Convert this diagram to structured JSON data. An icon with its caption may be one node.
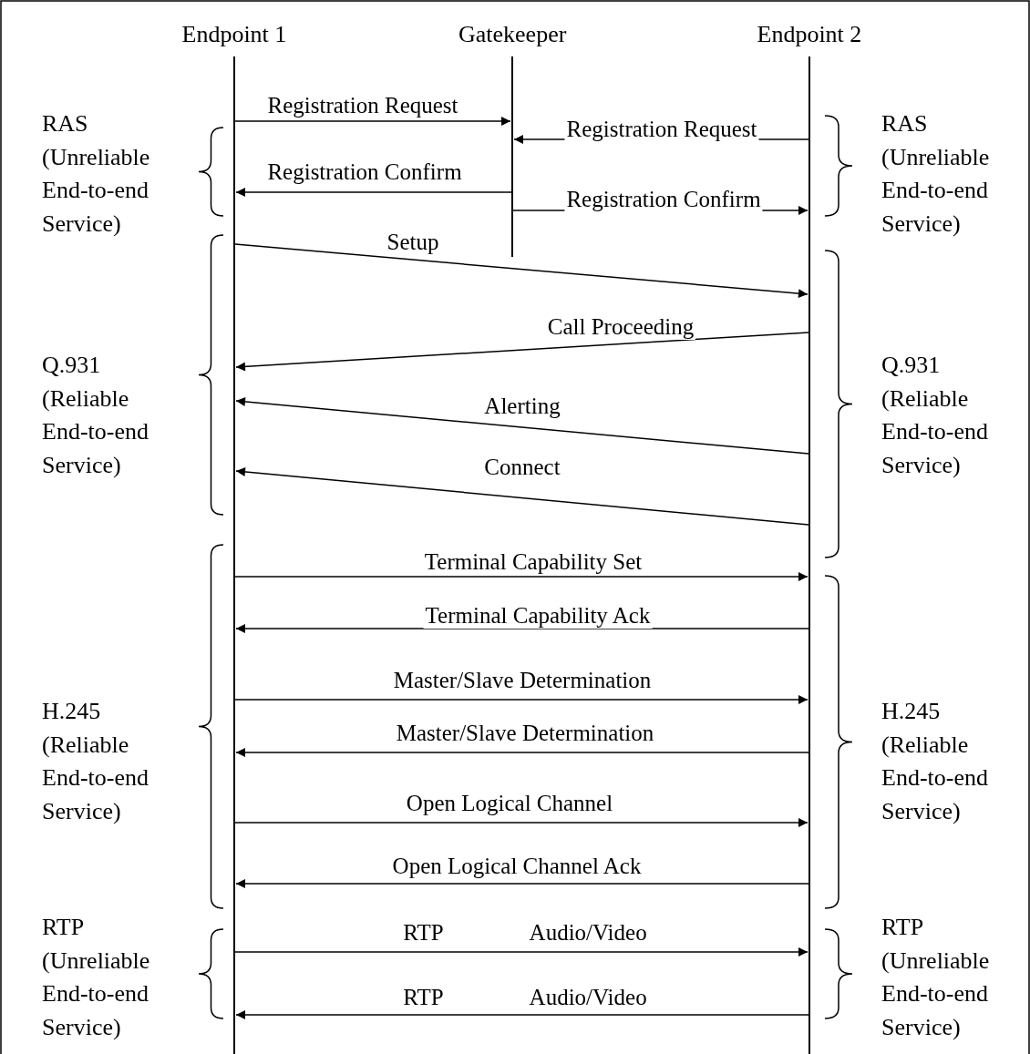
{
  "diagram": {
    "nodes": [
      {
        "text": [
          "Endpoint 1"
        ]
      },
      {
        "text": [
          "Gatekeeper"
        ]
      },
      {
        "text": [
          "Endpoint 2"
        ]
      }
    ],
    "edges": [
      {
        "from": 0,
        "to": 1,
        "arrow": "to",
        "label": "Registration Request"
      },
      {
        "from": 2,
        "to": 1,
        "arrow": "to",
        "label": "Registration Request"
      },
      {
        "from": 1,
        "to": 0,
        "arrow": "to",
        "label": "Registration Confirm"
      },
      {
        "from": 1,
        "to": 2,
        "arrow": "to",
        "label": "Registration Confirm"
      },
      {
        "from": 0,
        "to": 2,
        "arrow": "to",
        "label": "Setup"
      },
      {
        "from": 2,
        "to": 0,
        "arrow": "to",
        "label": "Call Proceeding"
      },
      {
        "from": 2,
        "to": 0,
        "arrow": "to",
        "label": "Alerting"
      },
      {
        "from": 2,
        "to": 0,
        "arrow": "to",
        "label": "Connect"
      },
      {
        "from": 0,
        "to": 2,
        "arrow": "to",
        "label": "Terminal Capability Set"
      },
      {
        "from": 2,
        "to": 0,
        "arrow": "to",
        "label": "Terminal Capability Ack"
      },
      {
        "from": 0,
        "to": 2,
        "arrow": "to",
        "label": "Master/Slave Determination"
      },
      {
        "from": 2,
        "to": 0,
        "arrow": "to",
        "label": "Master/Slave Determination"
      },
      {
        "from": 0,
        "to": 2,
        "arrow": "to",
        "label": "Open Logical Channel"
      },
      {
        "from": 2,
        "to": 0,
        "arrow": "to",
        "label": "Open Logical Channel Ack"
      },
      {
        "from": 0,
        "to": 2,
        "arrow": "to",
        "label": "RTP Audio/Video"
      },
      {
        "from": 2,
        "to": 0,
        "arrow": "to",
        "label": "RTP Audio/Video"
      }
    ],
    "labels": [
      "RAS (Unreliable End-to-end Service)",
      "RAS (Unreliable End-to-end Service)",
      "Q.931 (Reliable End-to-end Service)",
      "Q.931 (Reliable End-to-end Service)",
      "H.245 (Reliable End-to-end Service)",
      "H.245 (Reliable End-to-end Service)",
      "RTP (Unreliable End-to-end Service)",
      "RTP (Unreliable End-to-end Service)"
    ]
  }
}
